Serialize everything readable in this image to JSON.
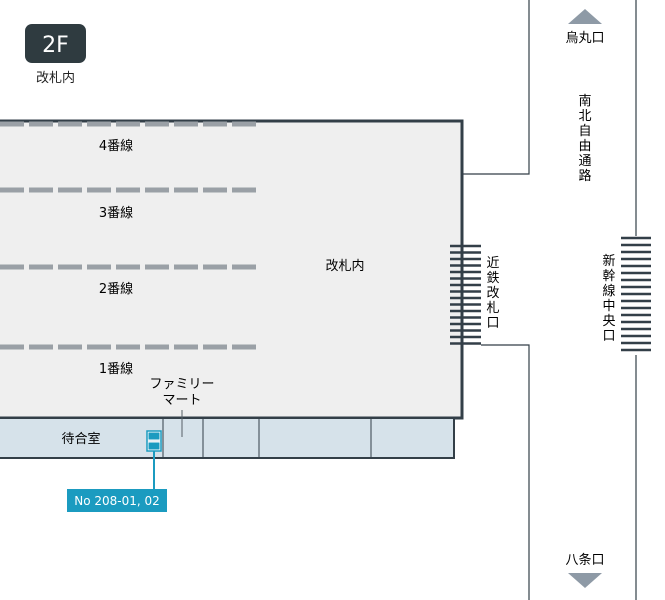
{
  "floor": {
    "badge": "2F",
    "zone": "改札内"
  },
  "concourse": {
    "label": "改札内"
  },
  "tracks": [
    "4番線",
    "3番線",
    "2番線",
    "1番線"
  ],
  "shops": {
    "convenience_line1": "ファミリー",
    "convenience_line2": "マート",
    "waiting_room": "待合室"
  },
  "gates": {
    "kintetsu": [
      "近",
      "鉄",
      "改",
      "札",
      "口"
    ],
    "shinkansen_central": [
      "新",
      "幹",
      "線",
      "中",
      "央",
      "口"
    ]
  },
  "passage": {
    "name": [
      "南",
      "北",
      "自",
      "由",
      "通",
      "路"
    ],
    "north_exit": "烏丸口",
    "south_exit": "八条口"
  },
  "marker": {
    "label": "No 208-01, 02"
  },
  "colors": {
    "badge": "#2f3b40",
    "floor_fill": "#efefef",
    "shop_fill": "#d6e2ea",
    "outline": "#333f48",
    "track": "#9aa0a6",
    "arrow": "#8e9aa6",
    "marker": "#1b9bc0"
  }
}
